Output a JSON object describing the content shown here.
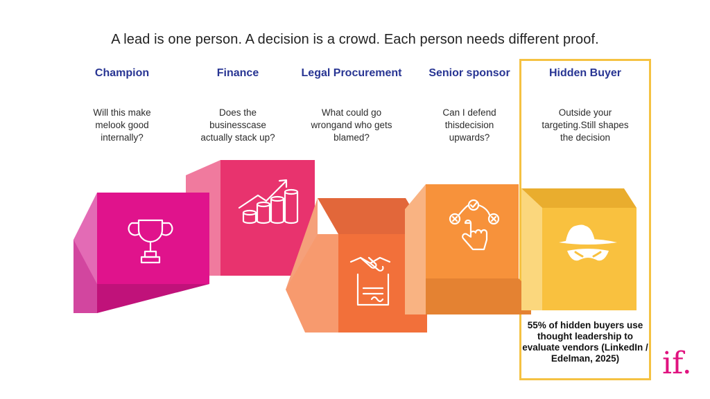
{
  "headline": "A lead is one person. A decision is a crowd. Each person needs different proof.",
  "columns": [
    {
      "title": "Champion",
      "text": "Will this make melook good internally?",
      "icon": "trophy-icon",
      "color": "#e0138c"
    },
    {
      "title": "Finance",
      "text": "Does the businesscase actually stack up?",
      "icon": "coins-growth-icon",
      "color": "#e8336e"
    },
    {
      "title": "Legal Procurement",
      "text": "What could go wrongand who gets blamed?",
      "icon": "handshake-contract-icon",
      "color": "#f2703a"
    },
    {
      "title": "Senior sponsor",
      "text": "Can I defend thisdecision upwards?",
      "icon": "decision-hand-icon",
      "color": "#f7923b"
    },
    {
      "title": "Hidden Buyer",
      "text": "Outside your targeting.Still shapes the decision",
      "icon": "hidden-buyer-icon",
      "color": "#f9c13f"
    }
  ],
  "stat": "55% of hidden buyers use thought leadership to evaluate vendors (LinkedIn / Edelman, 2025)",
  "logo": "if."
}
